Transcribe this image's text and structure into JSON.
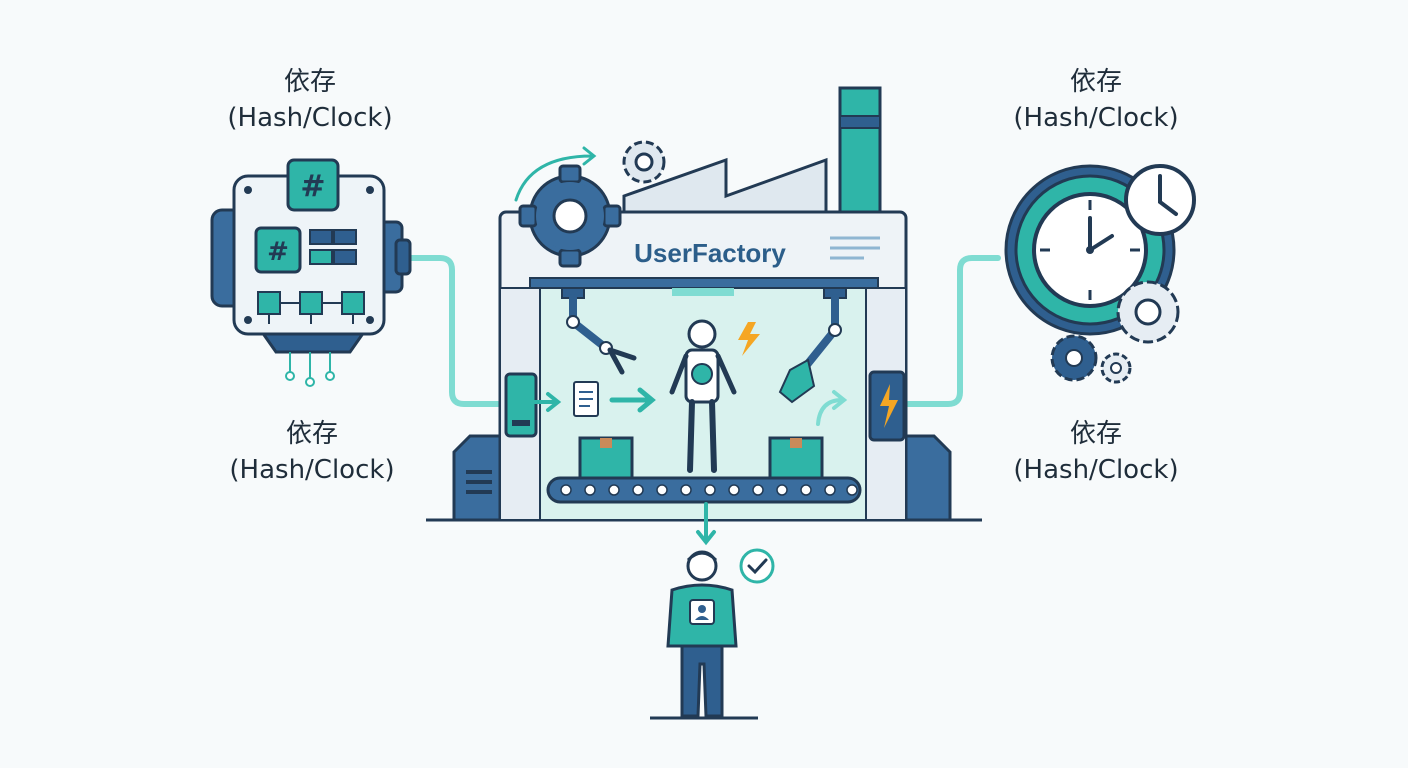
{
  "diagram": {
    "center_title": "UserFactory",
    "hash_symbol": "#",
    "labels": {
      "top_left": {
        "line1": "依存",
        "line2": "(Hash/Clock)"
      },
      "bottom_left": {
        "line1": "依存",
        "line2": "(Hash/Clock)"
      },
      "top_right": {
        "line1": "依存",
        "line2": "(Hash/Clock)"
      },
      "bottom_right": {
        "line1": "依存",
        "line2": "(Hash/Clock)"
      }
    },
    "colors": {
      "navy": "#2f5f8f",
      "teal": "#2fb5a8",
      "light_teal": "#7fdcd2",
      "outline": "#223a54",
      "accent_orange": "#f5a623"
    }
  }
}
